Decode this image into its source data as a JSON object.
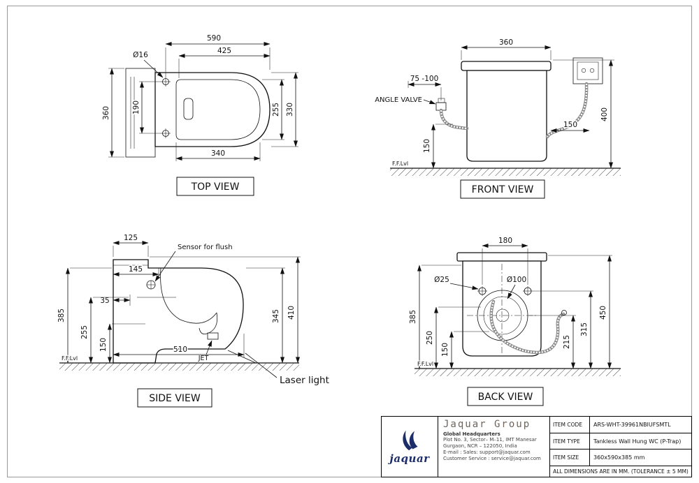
{
  "colors": {
    "brand_navy": "#1d2d69",
    "line": "#111111",
    "company_text": "#6e655c"
  },
  "views": {
    "top": {
      "title": "TOP VIEW",
      "d590": "590",
      "d425": "425",
      "hole": "Ø16",
      "d360": "360",
      "d190": "190",
      "d255": "255",
      "d330": "330",
      "d340": "340"
    },
    "front": {
      "title": "FRONT VIEW",
      "d360": "360",
      "d_offset": "75 -100",
      "d150_valve": "150",
      "d150_cable": "150",
      "d400": "400",
      "angle_valve": "ANGLE VALVE",
      "ffl": "F.F.Lvl"
    },
    "side": {
      "title": "SIDE VIEW",
      "d125": "125",
      "d145": "145",
      "d35": "35",
      "d385": "385",
      "d255": "255",
      "d150": "150",
      "d345": "345",
      "d410": "410",
      "d510": "510",
      "sensor": "Sensor for flush",
      "jet": "JET",
      "laser": "Laser light",
      "ffl": "F.F.Lvl"
    },
    "back": {
      "title": "BACK VIEW",
      "d180": "180",
      "d25": "Ø25",
      "d100": "Ø100",
      "d385": "385",
      "d250": "250",
      "d150": "150",
      "d315": "315",
      "d215": "215",
      "d450": "450",
      "ffl": "F.F.Lvl"
    }
  },
  "titleblock": {
    "brand": "jaquar",
    "company": "Jaquar Group",
    "hq": "Global Headquarters",
    "addr1": "Plot No. 3, Sector– M–11, IMT Manesar",
    "addr2": "Gurgaon, NCR – 122050, India",
    "email1": "E-mail :  Sales:  support@jaquar.com",
    "email2": "Customer Service :  service@jaquar.com",
    "items": [
      {
        "label": "ITEM CODE",
        "value": "ARS-WHT-39961NBIUFSMTL"
      },
      {
        "label": "ITEM TYPE",
        "value": "Tankless Wall Hung WC (P-Trap)"
      },
      {
        "label": "ITEM SIZE",
        "value": "360x590x385 mm"
      }
    ],
    "note": "ALL DIMENSIONS ARE IN MM. (TOLERANCE ± 5 MM)"
  }
}
